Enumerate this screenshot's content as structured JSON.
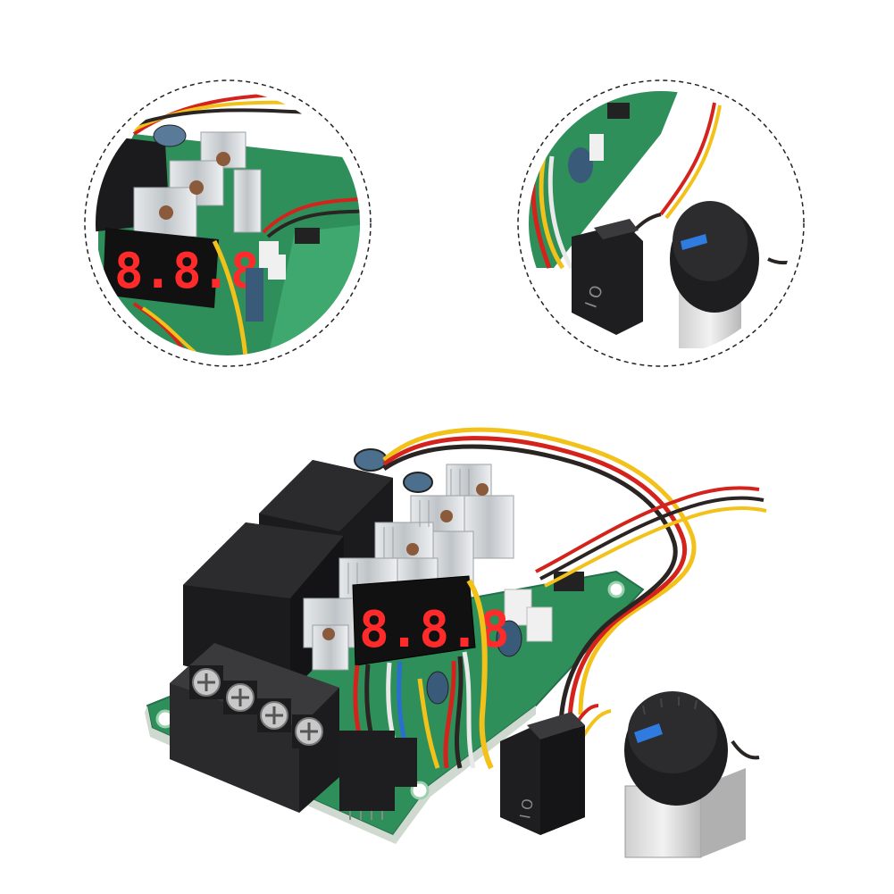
{
  "image": {
    "colors": {
      "background": "#ffffff",
      "pcb": "#2f8f5a",
      "pcb_light": "#3fa86e",
      "relay": "#1b1b1d",
      "heatsink": "#cfd3d6",
      "terminal_block": "#2a2a2c",
      "led": "#ff2a2a",
      "wire_red": "#d4231d",
      "wire_yellow": "#f2c21a",
      "wire_black": "#2a2522",
      "wire_white": "#e9e9e9",
      "wire_blue": "#2a6fd0",
      "knob": "#1e1e20",
      "knob_indicator": "#2f7be0",
      "dashed_circle": "#222222"
    },
    "display_digits": "8.8.8",
    "switch_symbols": "I O",
    "icons": [
      "magnify-circle-left",
      "magnify-circle-right",
      "rocker-switch-icon",
      "potentiometer-knob-icon"
    ]
  }
}
